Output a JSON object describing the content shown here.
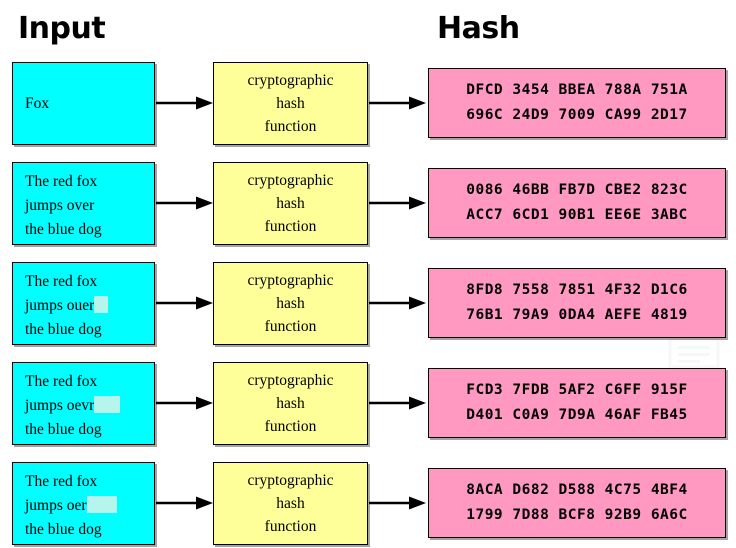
{
  "headings": {
    "input": "Input",
    "hash": "Hash"
  },
  "colors": {
    "input_box": "#00ffff",
    "function_box": "#ffff99",
    "hash_box": "#ff99c2",
    "highlight": "#b6f5ec",
    "border": "#000000",
    "text": "#000000",
    "background": "#ffffff"
  },
  "function_box": {
    "line1": "cryptographic",
    "line2": "hash",
    "line3": "function"
  },
  "icons": {
    "arrow": "arrow-right-icon",
    "watermark": "document-watermark-icon"
  },
  "rows": [
    {
      "input_lines": [
        "Fox"
      ],
      "highlight_after_line": null,
      "single_line": true,
      "hash_line1": "DFCD 3454 BBEA 788A 751A",
      "hash_line2": "696C 24D9 7009 CA99 2D17"
    },
    {
      "input_lines": [
        "The red fox",
        "jumps over",
        "the blue dog"
      ],
      "highlight_after_line": null,
      "single_line": false,
      "hash_line1": "0086 46BB FB7D CBE2 823C",
      "hash_line2": "ACC7 6CD1 90B1 EE6E 3ABC"
    },
    {
      "input_lines": [
        "The red fox",
        "jumps ouer",
        "the blue dog"
      ],
      "highlight_after_line": 1,
      "highlight_width": 14,
      "single_line": false,
      "hash_line1": "8FD8 7558 7851 4F32 D1C6",
      "hash_line2": "76B1 79A9 0DA4 AEFE 4819"
    },
    {
      "input_lines": [
        "The red fox",
        "jumps oevr",
        "the blue dog"
      ],
      "highlight_after_line": 1,
      "highlight_width": 26,
      "single_line": false,
      "hash_line1": "FCD3 7FDB 5AF2 C6FF 915F",
      "hash_line2": "D401 C0A9 7D9A 46AF FB45"
    },
    {
      "input_lines": [
        "The red fox",
        "jumps oer",
        "the blue dog"
      ],
      "highlight_after_line": 1,
      "highlight_width": 30,
      "single_line": false,
      "hash_line1": "8ACA D682 D588 4C75 4BF4",
      "hash_line2": "1799 7D88 BCF8 92B9 6A6C"
    }
  ]
}
